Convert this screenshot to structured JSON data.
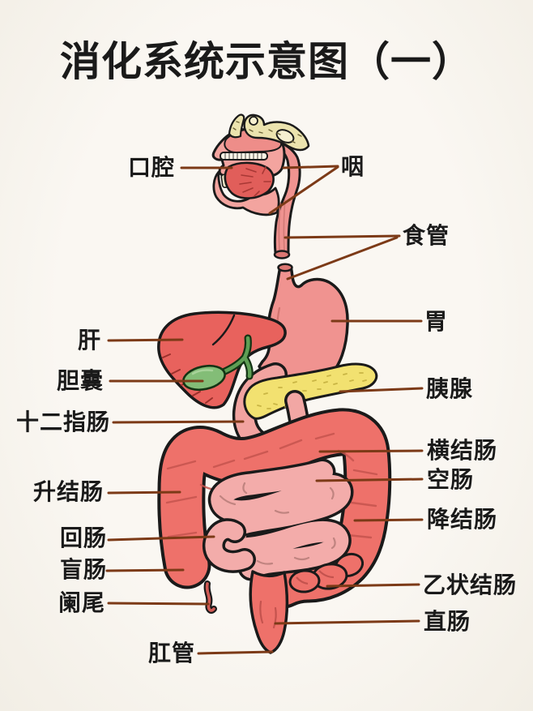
{
  "title": "消化系统示意图（一）",
  "labels": {
    "oral_cavity": "口腔",
    "pharynx": "咽",
    "esophagus": "食管",
    "stomach": "胃",
    "liver": "肝",
    "gallbladder": "胆囊",
    "duodenum": "十二指肠",
    "pancreas": "胰腺",
    "transverse_colon": "横结肠",
    "jejunum": "空肠",
    "ascending_colon": "升结肠",
    "descending_colon": "降结肠",
    "ileum": "回肠",
    "cecum": "盲肠",
    "sigmoid_colon": "乙状结肠",
    "appendix": "阑尾",
    "rectum": "直肠",
    "anal_canal": "肛管"
  },
  "colors": {
    "background": "#f8f5ef",
    "leader_line": "#7c3a17",
    "outline": "#1a1a1a",
    "face": "#f3a49f",
    "nasal_cavity": "#ee8d89",
    "bone": "#ebe3ae",
    "bone_light": "#f6f0d0",
    "teeth": "#fcf5e6",
    "tongue": "#e15e5a",
    "pharynx": "#ef9390",
    "esophagus_cap": "#db7672",
    "stomach": "#f09390",
    "liver": "#e8625d",
    "gallbladder": "#83bd77",
    "bile_duct": "#5f9f55",
    "pancreas": "#f2e170",
    "colon": "#ee716a",
    "small_intestine": "#f3acaa",
    "appendix": "#d05a54",
    "text": "#1a1a1a"
  }
}
